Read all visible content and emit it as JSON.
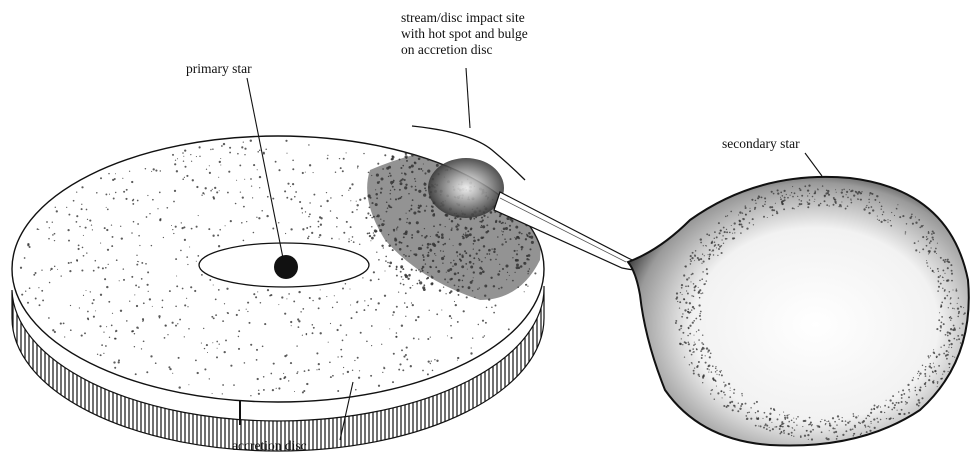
{
  "labels": {
    "primary_star": "primary star",
    "stream_impact_line1": "stream/disc impact site",
    "stream_impact_line2": "with hot spot and bulge",
    "stream_impact_line3": "on accretion disc",
    "secondary_star": "secondary star",
    "accretion_disc": "accretion disc"
  },
  "colors": {
    "ink": "#111111",
    "stipple": "#333333",
    "background": "#ffffff"
  }
}
